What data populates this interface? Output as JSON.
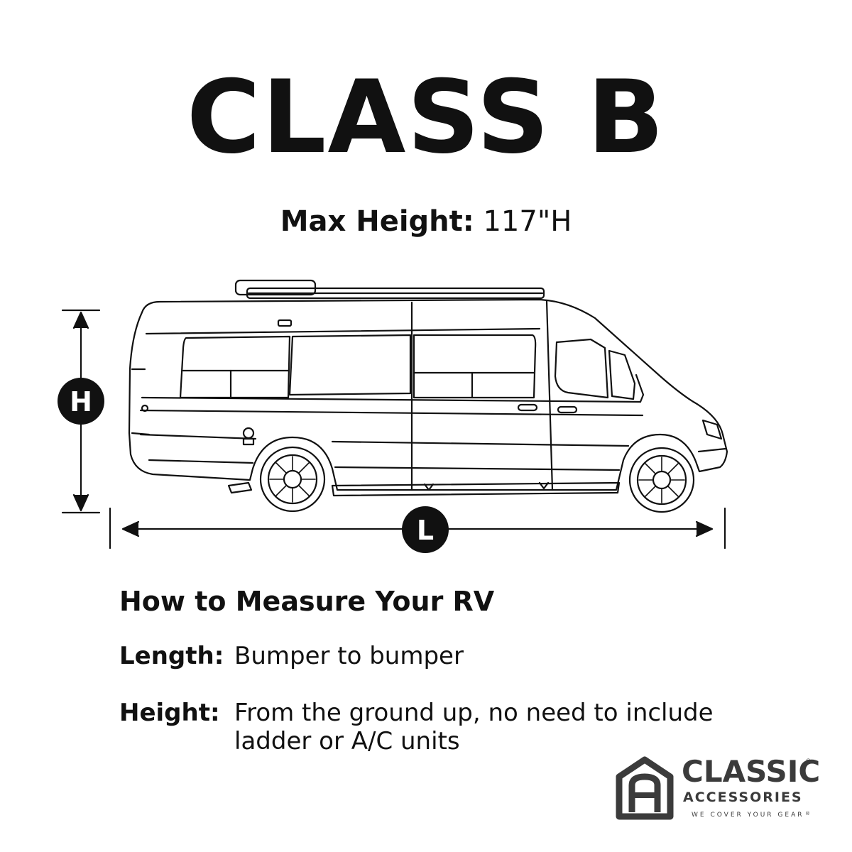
{
  "title": "CLASS B",
  "max_height": {
    "label": "Max Height:",
    "value": "117\"H"
  },
  "diagram": {
    "height_marker": "H",
    "length_marker": "L"
  },
  "howto": {
    "heading": "How to Measure Your RV",
    "length_label": "Length:",
    "length_text": "Bumper to bumper",
    "height_label": "Height:",
    "height_text": "From the ground up, no need to include ladder or A/C units"
  },
  "logo": {
    "line1": "CLASSIC",
    "line2": "ACCESSORIES",
    "tagline": "WE COVER YOUR GEAR",
    "color": "#3b3b3b"
  }
}
